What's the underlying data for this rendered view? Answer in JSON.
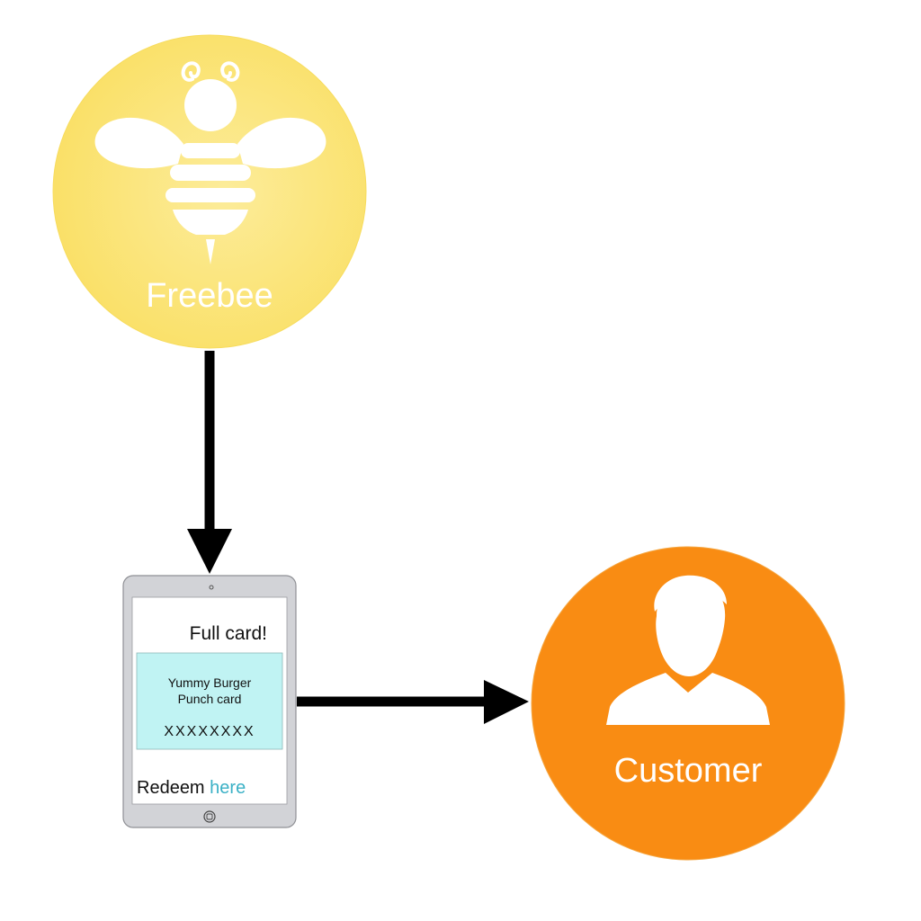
{
  "nodes": {
    "freebee": {
      "label": "Freebee",
      "icon": "bee-icon",
      "fill": "#fbe46f",
      "glow": "#fcea94"
    },
    "customer": {
      "label": "Customer",
      "icon": "person-icon",
      "fill": "#f98c13"
    }
  },
  "tablet": {
    "header": "Full card!",
    "card": {
      "line1": "Yummy Burger",
      "line2": "Punch card",
      "punches": "XXXXXXXX",
      "fill": "#c0f3f3"
    },
    "redeem_text": "Redeem",
    "redeem_link": "here",
    "link_color": "#3bb1c6",
    "frame_color": "#d2d3d7"
  },
  "edges": [
    {
      "from": "Freebee",
      "to": "tablet"
    },
    {
      "from": "tablet",
      "to": "Customer"
    }
  ]
}
